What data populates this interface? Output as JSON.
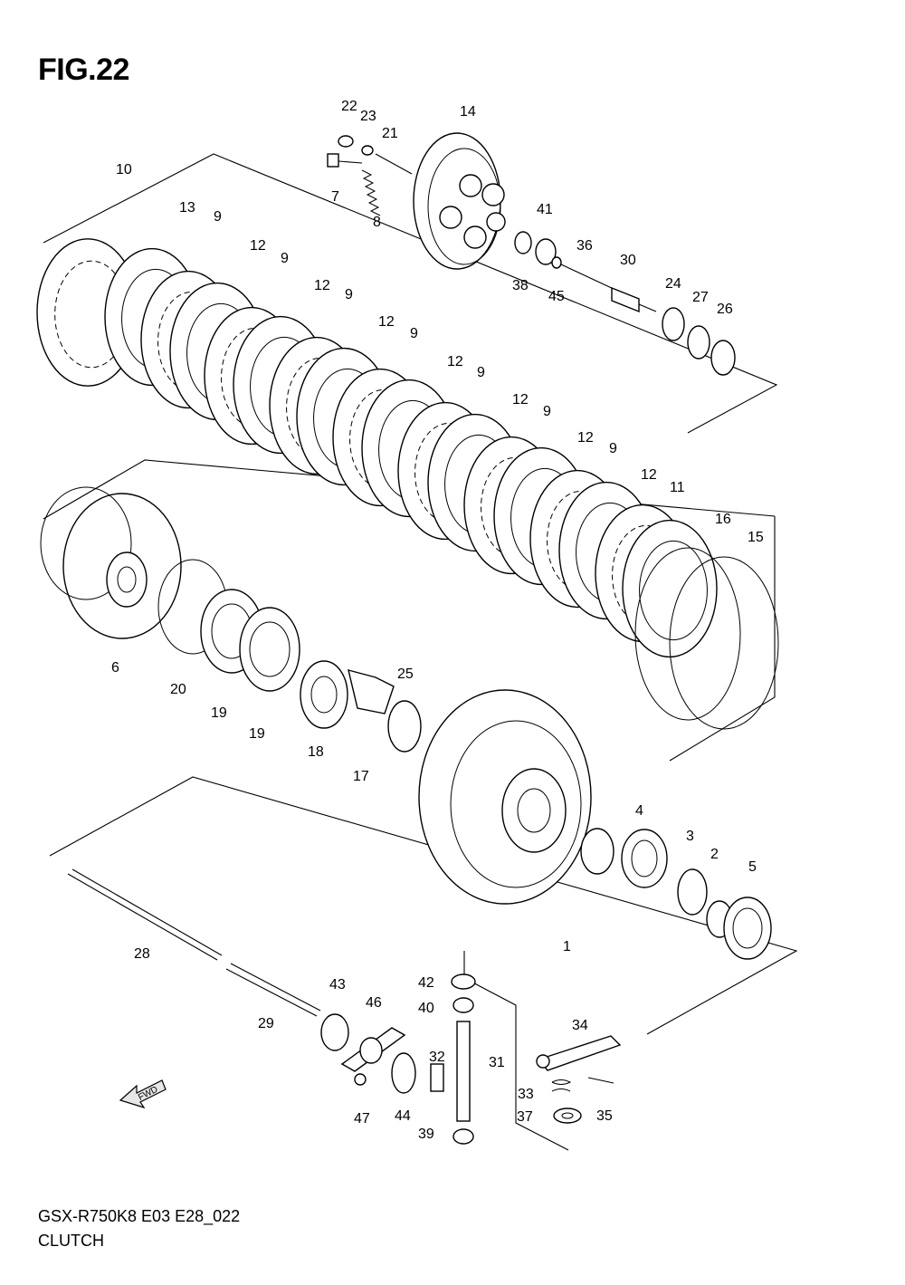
{
  "figure": {
    "title": "FIG.22",
    "model_code": "GSX-R750K8 E03 E28_022",
    "section_name": "CLUTCH"
  },
  "fwd_label": "FWD",
  "callouts": [
    "22",
    "23",
    "21",
    "14",
    "7",
    "8",
    "10",
    "13",
    "9",
    "12",
    "9",
    "12",
    "9",
    "12",
    "9",
    "12",
    "9",
    "12",
    "9",
    "12",
    "9",
    "12",
    "11",
    "16",
    "15",
    "41",
    "36",
    "30",
    "38",
    "45",
    "24",
    "27",
    "26",
    "6",
    "20",
    "19",
    "19",
    "18",
    "17",
    "25",
    "1",
    "4",
    "3",
    "2",
    "5",
    "28",
    "29",
    "43",
    "46",
    "42",
    "40",
    "47",
    "44",
    "32",
    "31",
    "39",
    "34",
    "33",
    "37",
    "35"
  ]
}
